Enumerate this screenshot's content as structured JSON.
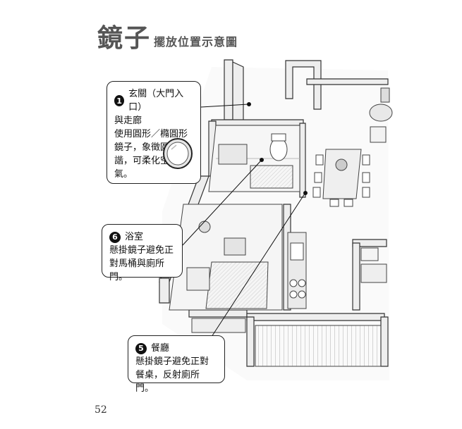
{
  "title": {
    "main": "鏡子",
    "sub": "擺放位置示意圖"
  },
  "callouts": [
    {
      "num": "1",
      "head": "玄關（大門入口）",
      "body": "與走廊\n使用圓形／橢圓形鏡子，象徵圓滿和諧，可柔化空間銳氣。"
    },
    {
      "num": "6",
      "head": "浴室",
      "body": "懸掛鏡子避免正對馬桶與廁所門。"
    },
    {
      "num": "5",
      "head": "餐廳",
      "body": "懸掛鏡子避免正對餐桌，反射廁所門。"
    }
  ],
  "page_number": "52",
  "colors": {
    "line": "#333333",
    "wall": "#f2f2f2",
    "shade": "#dddddd"
  },
  "icons": [
    "round-mirror-icon"
  ]
}
